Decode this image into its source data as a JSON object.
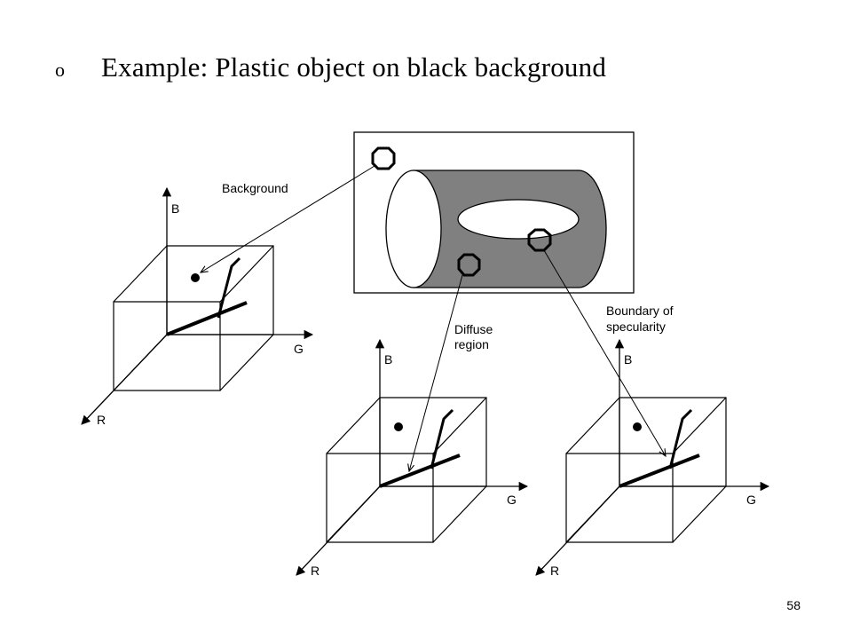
{
  "slide": {
    "bullet": "o",
    "title": "Example: Plastic object on black background",
    "page_number": "58"
  },
  "diagram": {
    "labels": {
      "background": "Background",
      "diffuse_line1": "Diffuse",
      "diffuse_line2": "region",
      "boundary_line1": "Boundary of",
      "boundary_line2": "specularity"
    },
    "axes": {
      "b": "B",
      "g": "G",
      "r": "R"
    },
    "colors": {
      "cylinder_body": "#808080",
      "lines": "#000000",
      "page": "#ffffff"
    }
  }
}
